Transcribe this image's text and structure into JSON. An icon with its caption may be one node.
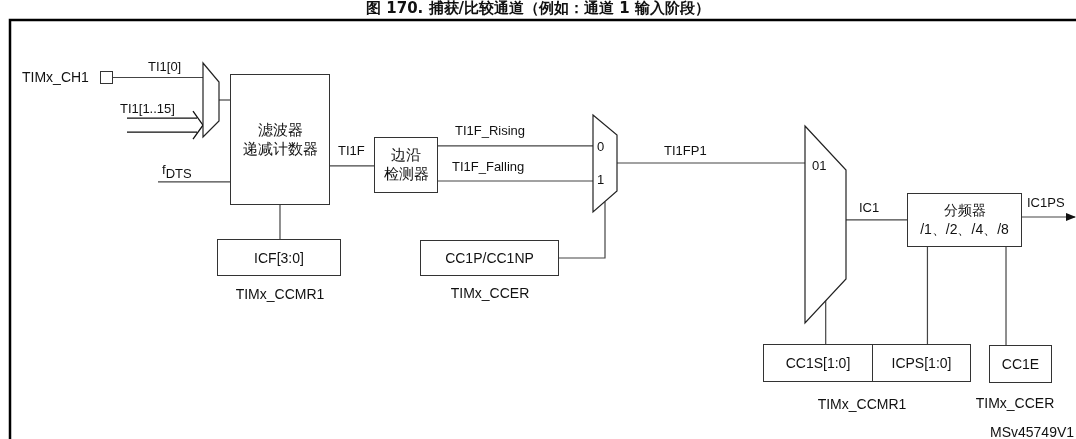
{
  "diagram": {
    "title": "图 170. 捕获/比较通道（例如：通道 1 输入阶段）",
    "nodes": [
      {
        "text": [],
        "shape": "box",
        "beside": [
          "TIMx_CH1"
        ]
      },
      {
        "text": [],
        "shape": "trapezoid"
      },
      {
        "text": [
          "滤波器",
          "递减计数器"
        ]
      },
      {
        "text": [
          "边沿",
          "检测器"
        ]
      },
      {
        "text": [
          "0",
          "1"
        ]
      },
      {
        "text": [
          "ICF[3:0]"
        ],
        "beside": [
          "TIMx_CCMR1"
        ]
      },
      {
        "text": [
          "CC1P/CC1NP"
        ],
        "beside": [
          "TIMx_CCER"
        ]
      },
      {
        "text": [
          "01"
        ]
      },
      {
        "text": [
          "分频器",
          "/1、/2、/4、/8"
        ]
      },
      {
        "text": [
          "CC1S[1:0]"
        ]
      },
      {
        "text": [
          "ICPS[1:0]"
        ]
      },
      {
        "text": [
          "CC1E"
        ],
        "beside": [
          "TIMx_CCER"
        ]
      }
    ],
    "edges": [
      {
        "from": 0,
        "to": 1,
        "arrow": "none",
        "label": "TI1[0]"
      },
      {
        "from": null,
        "to": 1,
        "arrow": "to",
        "label": "TI1[1..15]"
      },
      {
        "from": 1,
        "to": 2,
        "arrow": "none"
      },
      {
        "from": null,
        "to": 2,
        "arrow": "none",
        "label": "f$_{DTS}$"
      },
      {
        "from": 2,
        "to": 3,
        "arrow": "none",
        "label": "TI1F"
      },
      {
        "from": 3,
        "to": 4,
        "arrow": "none",
        "label": "TI1F_Rising"
      },
      {
        "from": 3,
        "to": 4,
        "arrow": "none",
        "label": "TI1F_Falling"
      },
      {
        "from": 5,
        "to": 2,
        "arrow": "none"
      },
      {
        "from": 6,
        "to": 4,
        "arrow": "none"
      },
      {
        "from": 4,
        "to": 7,
        "arrow": "none",
        "label": "TI1FP1"
      },
      {
        "from": 7,
        "to": 8,
        "arrow": "none",
        "label": "IC1"
      },
      {
        "from": 8,
        "to": null,
        "arrow": "to",
        "label": "IC1PS"
      },
      {
        "from": 9,
        "to": 7,
        "arrow": "none"
      },
      {
        "from": 10,
        "to": 8,
        "arrow": "none"
      },
      {
        "from": 11,
        "to": 8,
        "arrow": "none"
      }
    ],
    "labels": [
      "TIMx_CCMR1",
      "MSv45749V1"
    ]
  }
}
